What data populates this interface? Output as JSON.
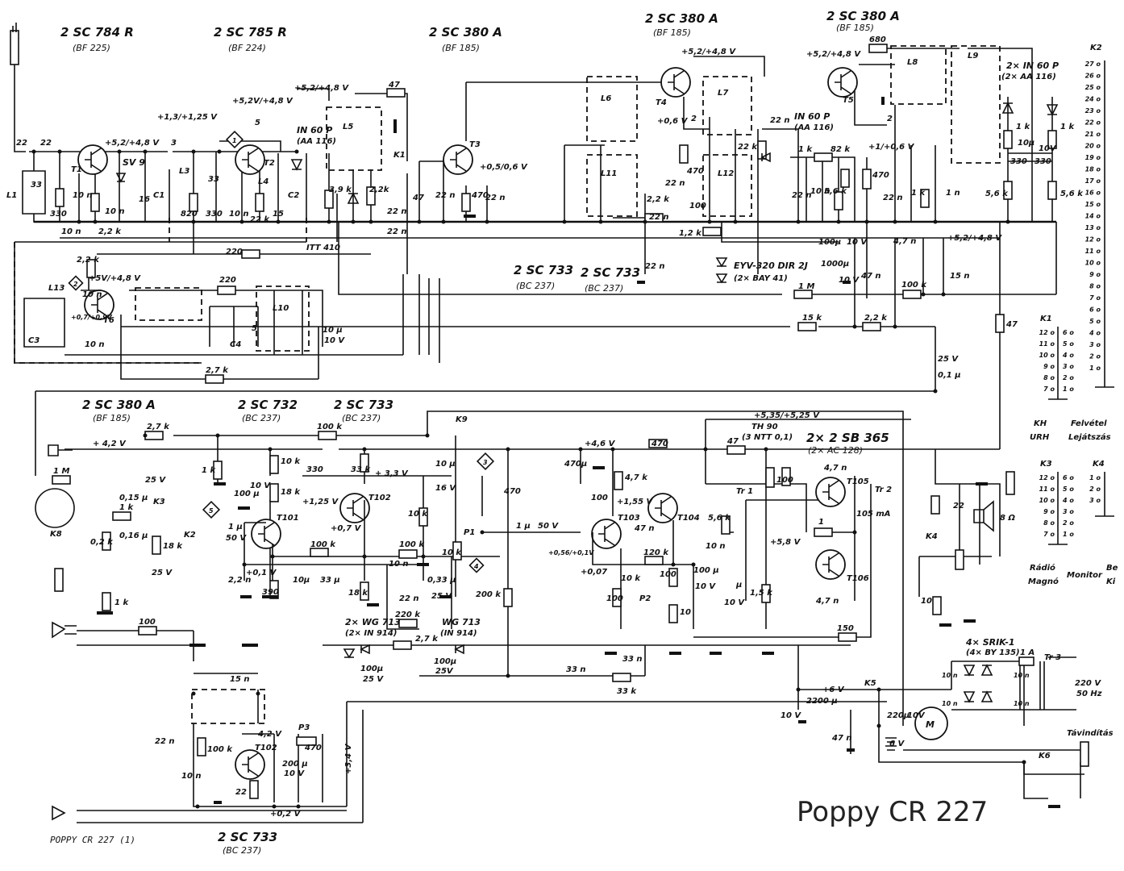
{
  "title": "Poppy CR 227",
  "footer_label": "POPPY CR 227 (1)",
  "transistors": {
    "t1": {
      "type": "2 SC 784 R",
      "equiv": "(BF 225)",
      "ref": "T1"
    },
    "t2": {
      "type": "2 SC 785 R",
      "equiv": "(BF 224)",
      "ref": "T2"
    },
    "t3": {
      "type": "2 SC 380 A",
      "equiv": "(BF 185)",
      "ref": "T3"
    },
    "t4": {
      "type": "2 SC 380 A",
      "equiv": "(BF 185)",
      "ref": "T4"
    },
    "t5": {
      "type": "2 SC 380 A",
      "equiv": "(BF 185)",
      "ref": "T5"
    },
    "t6": {
      "type": "2 SC 733",
      "equiv": "(BC 237)",
      "ref": "T6"
    },
    "t6b": {
      "type": "2 SC 733",
      "equiv": "(BC 237)"
    },
    "t101_stage": {
      "type": "2 SC 380 A",
      "equiv": "(BF 185)"
    },
    "t101": {
      "type": "2 SC 732",
      "equiv": "(BC 237)",
      "ref": "T101"
    },
    "t102": {
      "type": "2 SC 733",
      "equiv": "(BC 237)",
      "ref": "T102"
    },
    "t103": {
      "ref": "T103"
    },
    "t104": {
      "ref": "T104"
    },
    "t105": {
      "ref": "T105"
    },
    "t106": {
      "ref": "T106"
    },
    "output_pair": {
      "type": "2× 2 SB 365",
      "equiv": "(2× AC 128)"
    },
    "osc_bottom": {
      "type": "2 SC 733",
      "equiv": "(BC 237)",
      "ref": "T102"
    }
  },
  "diodes": {
    "d1": "SV 9",
    "d2": "IN 60 P",
    "d2_equiv": "(AA 116)",
    "d3": "IN 60 P",
    "d3_equiv": "(AA 116)",
    "d4": "2× IN 60 P",
    "d4_equiv": "(2× AA 116)",
    "zener": "EYV-320 DIR 2J",
    "zener_equiv": "(2× BAY 41)",
    "wg1": "2× WG 713",
    "wg1_equiv": "(2× IN 914)",
    "wg2": "WG 713",
    "wg2_equiv": "(IN 914)",
    "bridge": "4× SRIK-1",
    "bridge_equiv": "(4× BY 135)"
  },
  "voltages": {
    "v1": "+5,2/+4,8 V",
    "v2": "+1,3/+1,25 V",
    "v3": "+5,2V/+4,8 V",
    "v4": "+5,2/+4,8 V",
    "v5": "+0,5/0,6 V",
    "v6": "+5,2/+4,8 V",
    "v7": "+0,6 V",
    "v8": "+5,2/+4,8 V",
    "v9": "+1/+0,6 V",
    "v10": "+5,2/+4,8 V",
    "v11": "+5V/+4,8 V",
    "v12": "+0,7/+0,9V",
    "v13": "+ 4,2 V",
    "v14": "+1,25 V",
    "v15": "+0,7 V",
    "v16": "+ 3,3 V",
    "v17": "+0,1 V",
    "v18": "+5,35/+5,25 V",
    "v19": "+4,6 V",
    "v20": "+1,55 V",
    "v21": "+0,56/+0,1V",
    "v22": "+0,07",
    "v23": "+5,8 V",
    "v24": "4,2 V",
    "v25": "+0,2 V",
    "v26": "+3,4 V",
    "v27": "+6 V"
  },
  "components": {
    "c22a": "22",
    "c22b": "22",
    "l1": "L1",
    "c33a": "33",
    "r330a": "330",
    "c10n1": "10 n",
    "r22k1": "2,2 k",
    "c10n2": "10 n",
    "c10n3": "10 n",
    "c3": "3",
    "l16": "16",
    "c1": "C1",
    "l3": "L3",
    "r820": "820",
    "r330b": "330",
    "c33b": "33",
    "c5": "5",
    "c10n4": "10 n",
    "r22k2": "22 k",
    "l4": "L4",
    "c15": "15",
    "c2": "C2",
    "r39k": "3,9 k",
    "l5": "L5",
    "r22k3": "2,2k",
    "c22n1": "22 n",
    "c22n2": "22 n",
    "r47a": "47",
    "k1": "K1",
    "c47": "47",
    "c22n3": "22 n",
    "r470a": "470",
    "c22n4": "22 n",
    "r220a": "220",
    "itt": "ITT 410",
    "l6": "L6",
    "l11": "L11",
    "r22k4": "2,2 k",
    "c22n5": "22 n",
    "r12k": "1,2 k",
    "c2a": "2",
    "l7": "L7",
    "l12": "L12",
    "c22n6": "22 n",
    "r470b": "470",
    "c100": "100",
    "c22n7": "22 n",
    "r22k5": "22 k",
    "r1k1": "1 k",
    "c22n8": "22 n",
    "c10n5": "10 n",
    "r56k1": "5,6 k",
    "r82k": "82 k",
    "c100u": "100µ",
    "c100u_v": "10 V",
    "r680": "680",
    "l8": "L8",
    "l9": "L9",
    "c2b": "2",
    "r470c": "470",
    "c22n9": "22 n",
    "c47n": "4,7 n",
    "r1k2": "1 k",
    "c1n": "1 n",
    "r1k3": "1 k",
    "r1k4": "1 k",
    "c10u": "10µ",
    "c10u_v": "10V",
    "r330c": "330",
    "r330d": "330",
    "r56k2": "5,6 k",
    "r56k3": "5,6 k",
    "c1000u": "1000µ",
    "c1000u_v": "10 V",
    "c47n2": "47 n",
    "r100k1": "100 k",
    "c15n": "15 n",
    "r1m": "1 M",
    "r15k": "15 k",
    "r22k6": "2,2 k",
    "c01u": "0,1 µ",
    "c01u_v": "25 V",
    "r47b": "47",
    "c22n10": "22 n",
    "l13": "L13",
    "c3v": "C3",
    "r22k7": "2,2 k",
    "c10n6": "10 n",
    "c10n7": "10 n",
    "r220b": "220",
    "l10": "L10",
    "c4": "C4",
    "c5b": "5",
    "c10u2": "10 µ",
    "c10u2_v": "10 V",
    "r27k1": "2,7 k",
    "r1m2": "1 M",
    "k8": "K8",
    "r27k2": "2,7 k",
    "c015u": "0,15 µ",
    "c015u_v": "25 V",
    "r1k5": "1 k",
    "c016u": "0,16 µ",
    "r18k1": "18 k",
    "c25v": "25 V",
    "r02k": "0,2 k",
    "r1k6": "1 k",
    "k3": "K3",
    "k2": "K2",
    "r1k7": "1 k",
    "r100k2": "100 k",
    "r10k1": "10 k",
    "c100u2": "100 µ",
    "c100u2_v": "10 V",
    "r18k2": "18 k",
    "c1u": "1 µ",
    "c1u_v": "50 V",
    "c22n11": "2,2 n",
    "r390": "390",
    "c10u3": "10µ",
    "r100k3": "100 k",
    "c330": "330",
    "r33k": "33 k",
    "c33u": "33 µ",
    "r18k3": "18 k",
    "c10u4": "10 µ",
    "c10u4_v": "16 V",
    "r10k2": "10 k",
    "r100k4": "100 k",
    "c10n8": "10 n",
    "c033u": "0,33 µ",
    "c033u_v": "25 V",
    "c22n12": "22 n",
    "r220k": "220 k",
    "r27k3": "2,7 k",
    "c100u3": "100µ",
    "c100u3_v": "25 V",
    "c100u4": "100µ",
    "c100u4_v": "25V",
    "p1": "P1",
    "p1_val": "10 k",
    "k9": "K9",
    "r200k": "200 k",
    "r470d": "470",
    "c470u": "470µ",
    "c1u2": "1 µ",
    "c1u2_v": "50 V",
    "c100p": "100",
    "r47k": "4,7 k",
    "c47n3": "47 n",
    "r120k": "120 k",
    "r100a": "100",
    "r10k3": "10 k",
    "p2": "P2",
    "r100b": "100",
    "r10": "10",
    "c100u5": "100 µ",
    "c100u5_v": "10 V",
    "r470e": "470",
    "r47c": "47",
    "th": "TH 90",
    "th_equiv": "(3 NTT 0,1)",
    "r100c": "100",
    "tr1": "Tr 1",
    "r56k4": "5,6 k",
    "c10n9": "10 n",
    "cmu": "µ",
    "cmu_v": "10 V",
    "r15kb": "1,5 k",
    "c47n4": "4,7 n",
    "c47n5": "4,7 n",
    "r1": "1",
    "i105": "105 mA",
    "tr2": "Tr 2",
    "r150": "150",
    "r22": "22",
    "spk": "8 Ω",
    "k4": "K4",
    "r10b": "10",
    "c33n1": "33 n",
    "c33n2": "33 n",
    "r33k2": "33 k",
    "c2200u": "2200 µ",
    "c2200u_v": "10 V",
    "r100d": "100",
    "c15n2": "15 n",
    "c22n13": "22 n",
    "r100k5": "100 k",
    "c10n10": "10 n",
    "r22b": "22",
    "p3": "P3",
    "p3_val": "470",
    "c200u": "200 µ",
    "c200u_v": "10 V",
    "k5": "K5",
    "c47n6": "47 n",
    "bat": "6 V",
    "c220u": "220µ",
    "c220u_v": "10V",
    "motor": "M",
    "c10nb1": "10 n",
    "c10nb2": "10 n",
    "c10nb3": "10 n",
    "c10nb4": "10 n",
    "fuse": "1 A",
    "tr3": "Tr 3",
    "mains": "220 V",
    "mains_f": "50 Hz",
    "remote": "Távindítás",
    "k6": "K6"
  },
  "switch_legend": {
    "k2_title": "K2",
    "k2_pins": [
      "27",
      "26",
      "25",
      "24",
      "23",
      "22",
      "21",
      "20",
      "19",
      "18",
      "17",
      "16",
      "15",
      "14",
      "13",
      "12",
      "11",
      "10",
      "9",
      "8",
      "7",
      "6",
      "5",
      "4",
      "3",
      "2",
      "1"
    ],
    "k1_title": "K1",
    "k1_left": [
      "12",
      "11",
      "10",
      "9",
      "8",
      "7"
    ],
    "k1_right": [
      "6",
      "5",
      "4",
      "3",
      "2",
      "1"
    ],
    "k1_label_a": "KH",
    "k1_label_b": "URH",
    "k2b_label_a": "Felvétel",
    "k2b_label_b": "Lejátszás",
    "k3_title": "K3",
    "k3_left": [
      "12",
      "11",
      "10",
      "9",
      "8",
      "7"
    ],
    "k3_right": [
      "6",
      "5",
      "4",
      "3",
      "2",
      "1"
    ],
    "k3_label_a": "Rádió",
    "k3_label_b": "Magnó",
    "k4_title": "K4",
    "k4_pins": [
      "1",
      "2",
      "3"
    ],
    "k4_label": "Monitor",
    "k4_label_a": "Be",
    "k4_label_b": "Ki"
  },
  "markers": [
    "1",
    "2",
    "3",
    "4",
    "5"
  ]
}
